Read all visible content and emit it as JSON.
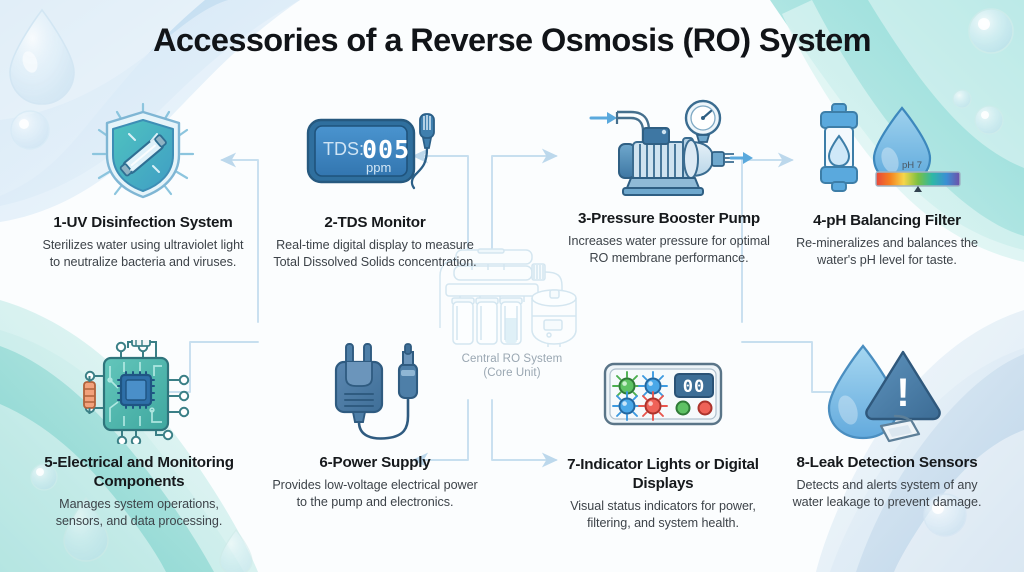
{
  "header": {
    "title": "Accessories of a Reverse Osmosis (RO) System"
  },
  "center": {
    "label_line1": "Central RO System",
    "label_line2": "(Core Unit)",
    "icon": "ro-system-icon"
  },
  "colors": {
    "title_text": "#111418",
    "card_title_text": "#16191c",
    "card_desc_text": "#3d4349",
    "center_label_text": "#9aa7b2",
    "connector": "#c3dced",
    "accent_blue": "#4a87b8",
    "deep_blue": "#2f6f9e",
    "teal": "#5bbfb5",
    "light_bg": "#fbfdfe",
    "wave_blue": "#cfe3f2",
    "wave_teal": "#a8e0de",
    "led_green": "#4caf50",
    "led_red": "#e8554d",
    "led_blue": "#3d9ae0"
  },
  "cards": [
    {
      "number": "1",
      "title": "1-UV Disinfection System",
      "desc": "Sterilizes water using ultraviolet light to neutralize bacteria and viruses.",
      "icon": "uv-shield-icon"
    },
    {
      "number": "2",
      "title": "2-TDS Monitor",
      "desc": "Real-time digital display to measure Total Dissolved Solids concentration.",
      "icon": "tds-monitor-icon",
      "display": {
        "label": "TDS:",
        "value": "005",
        "unit": "ppm"
      }
    },
    {
      "number": "3",
      "title": "3-Pressure Booster Pump",
      "desc": "Increases water pressure for optimal RO membrane performance.",
      "icon": "booster-pump-icon"
    },
    {
      "number": "4",
      "title": "4-pH Balancing Filter",
      "desc": "Re-mineralizes and balances the water's pH level for taste.",
      "icon": "ph-filter-icon",
      "scale_label": "pH 7"
    },
    {
      "number": "5",
      "title": "5-Electrical and Monitoring Components",
      "desc": "Manages system operations, sensors, and data processing.",
      "icon": "circuit-board-icon"
    },
    {
      "number": "6",
      "title": "6-Power Supply",
      "desc": "Provides low-voltage electrical power to the pump and electronics.",
      "icon": "power-adapter-icon"
    },
    {
      "number": "7",
      "title": "7-Indicator Lights or Digital Displays",
      "desc": "Visual status indicators for power, filtering, and system health.",
      "icon": "indicator-panel-icon",
      "display": {
        "value": "00"
      }
    },
    {
      "number": "8",
      "title": "8-Leak Detection Sensors",
      "desc": "Detects and alerts system of any water leakage to prevent damage.",
      "icon": "leak-sensor-icon",
      "alert_glyph": "!"
    }
  ]
}
